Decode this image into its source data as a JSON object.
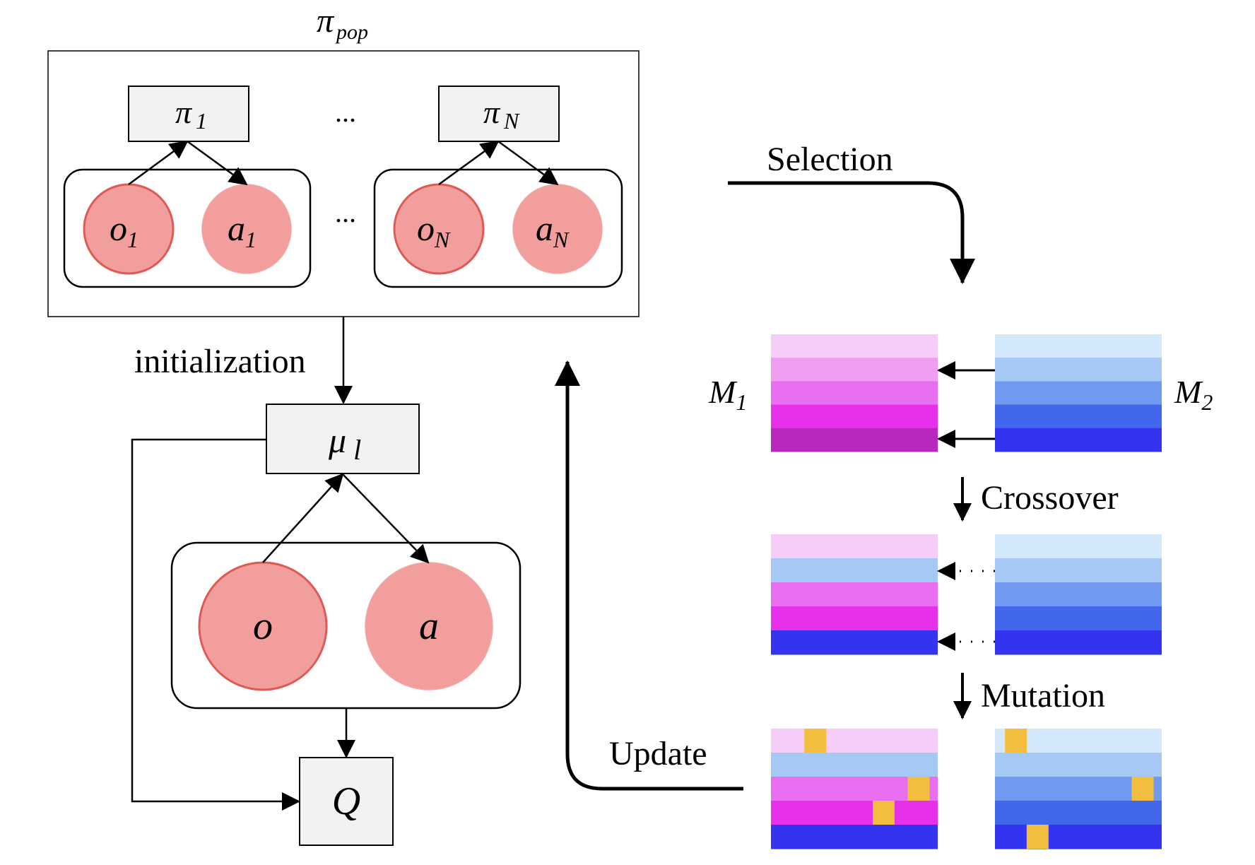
{
  "population": {
    "label": "π",
    "label_sub": "pop",
    "policies": [
      {
        "label": "π",
        "sub": "1",
        "obs": "o",
        "obs_sub": "1",
        "act": "a",
        "act_sub": "1"
      },
      {
        "label": "π",
        "sub": "N",
        "obs": "o",
        "obs_sub": "N",
        "act": "a",
        "act_sub": "N"
      }
    ],
    "ellipsis_top": "...",
    "ellipsis_mid": "..."
  },
  "learner": {
    "init_label": "initialization",
    "policy": {
      "label": "μ",
      "sub": "l"
    },
    "obs": "o",
    "act": "a",
    "critic": "Q"
  },
  "evolution": {
    "selection_label": "Selection",
    "update_label": "Update",
    "crossover_label": "Crossover",
    "mutation_label": "Mutation",
    "parent1": {
      "label": "M",
      "sub": "1"
    },
    "parent2": {
      "label": "M",
      "sub": "2"
    }
  },
  "colors": {
    "node_fill": "#f19e9c",
    "node_stroke": "#e05a55",
    "box_fill": "#f2f2f2",
    "mutation_gene": "#f3be3f",
    "m1_rows": [
      "#f6cdf8",
      "#ef9ef1",
      "#ea6ff0",
      "#e630ea",
      "#b827c0"
    ],
    "m2_rows": [
      "#d4e8fb",
      "#a6c8f5",
      "#7199f0",
      "#4267ed",
      "#3333f0"
    ],
    "child1_rows": [
      "#f6cdf8",
      "#a6c8f5",
      "#ea6ff0",
      "#e630ea",
      "#3333f0"
    ],
    "child2_rows": [
      "#d4e8fb",
      "#a6c8f5",
      "#7199f0",
      "#4267ed",
      "#3333f0"
    ],
    "mut1_rows": [
      "#f6cdf8",
      "#a6c8f5",
      "#ea6ff0",
      "#e630ea",
      "#3333f0"
    ],
    "mut2_rows": [
      "#d4e8fb",
      "#a6c8f5",
      "#7199f0",
      "#4267ed",
      "#3333f0"
    ]
  },
  "mutations": {
    "left": [
      {
        "row": 0,
        "pos": 0.2
      },
      {
        "row": 2,
        "pos": 0.82
      },
      {
        "row": 3,
        "pos": 0.61
      }
    ],
    "right": [
      {
        "row": 0,
        "pos": 0.06
      },
      {
        "row": 2,
        "pos": 0.82
      },
      {
        "row": 4,
        "pos": 0.19
      }
    ]
  }
}
